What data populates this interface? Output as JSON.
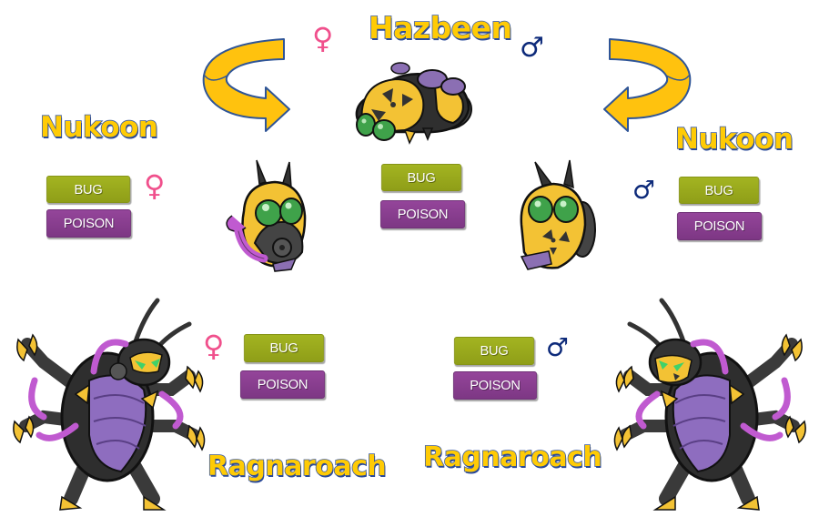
{
  "colors": {
    "title_fill": "#ffcb05",
    "title_stroke": "#3b5ba7",
    "bug_badge": "#9aab1d",
    "poison_badge": "#8a3f90",
    "female_symbol": "#f0508c",
    "male_symbol": "#0d2a7a",
    "arrow_fill": "#ffc20e",
    "arrow_stroke": "#2f5597"
  },
  "top": {
    "name": "Hazbeen",
    "female_symbol": "♀",
    "male_symbol": "♂",
    "types": [
      "BUG",
      "POISON"
    ],
    "sprite": "hazbeen-sprite"
  },
  "left_pre": {
    "name": "Nukoon",
    "gender_symbol": "♀",
    "types": [
      "BUG",
      "POISON"
    ],
    "sprite": "nukoon-female-sprite"
  },
  "right_pre": {
    "name": "Nukoon",
    "gender_symbol": "♂",
    "types": [
      "BUG",
      "POISON"
    ],
    "sprite": "nukoon-male-sprite"
  },
  "left_evo": {
    "name": "Ragnaroach",
    "gender_symbol": "♀",
    "types": [
      "BUG",
      "POISON"
    ],
    "sprite": "ragnaroach-female-sprite"
  },
  "right_evo": {
    "name": "Ragnaroach",
    "gender_symbol": "♂",
    "types": [
      "BUG",
      "POISON"
    ],
    "sprite": "ragnaroach-male-sprite"
  },
  "arrows": [
    "evolution-arrow-left",
    "evolution-arrow-right"
  ]
}
